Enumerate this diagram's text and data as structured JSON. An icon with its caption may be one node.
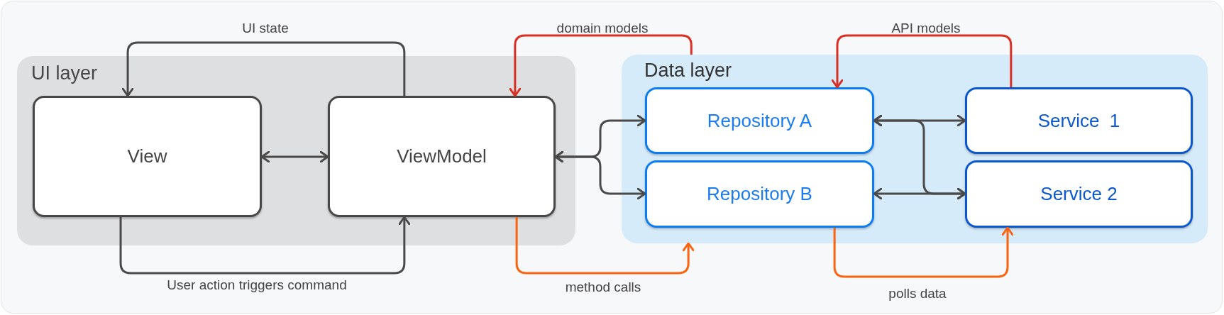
{
  "diagram": {
    "nodes": [
      {
        "text": [
          "UI layer"
        ]
      },
      {
        "text": [
          "View"
        ],
        "in": 0
      },
      {
        "text": [
          "ViewModel"
        ],
        "in": 0
      },
      {
        "text": [
          "Data layer"
        ]
      },
      {
        "text": [
          "Repository A"
        ],
        "in": 3
      },
      {
        "text": [
          "Repository B"
        ],
        "in": 3
      },
      {
        "text": [
          "Service  1"
        ],
        "in": 3
      },
      {
        "text": [
          "Service 2"
        ],
        "in": 3
      }
    ],
    "edges": [
      {
        "from": 2,
        "to": 1,
        "arrow": "to",
        "label": "UI state"
      },
      {
        "from": 1,
        "to": 2,
        "arrow": "both"
      },
      {
        "from": 1,
        "to": 2,
        "arrow": "to",
        "label": "User action triggers command"
      },
      {
        "from": 2,
        "to": 4,
        "arrow": "both"
      },
      {
        "from": 2,
        "to": 5,
        "arrow": "both"
      },
      {
        "from": 3,
        "to": 2,
        "arrow": "to",
        "label": "domain models",
        "color": "#d93025"
      },
      {
        "from": 2,
        "to": 3,
        "arrow": "to",
        "label": "method calls",
        "color": "#fa6411"
      },
      {
        "from": 4,
        "to": 6,
        "arrow": "both"
      },
      {
        "from": 4,
        "to": 7,
        "arrow": "both"
      },
      {
        "from": 5,
        "to": 7,
        "arrow": "both"
      },
      {
        "from": 6,
        "to": 4,
        "arrow": "to",
        "label": "API models",
        "color": "#d93025"
      },
      {
        "from": 5,
        "to": 7,
        "arrow": "to",
        "label": "polls data",
        "color": "#fa6411"
      }
    ]
  }
}
